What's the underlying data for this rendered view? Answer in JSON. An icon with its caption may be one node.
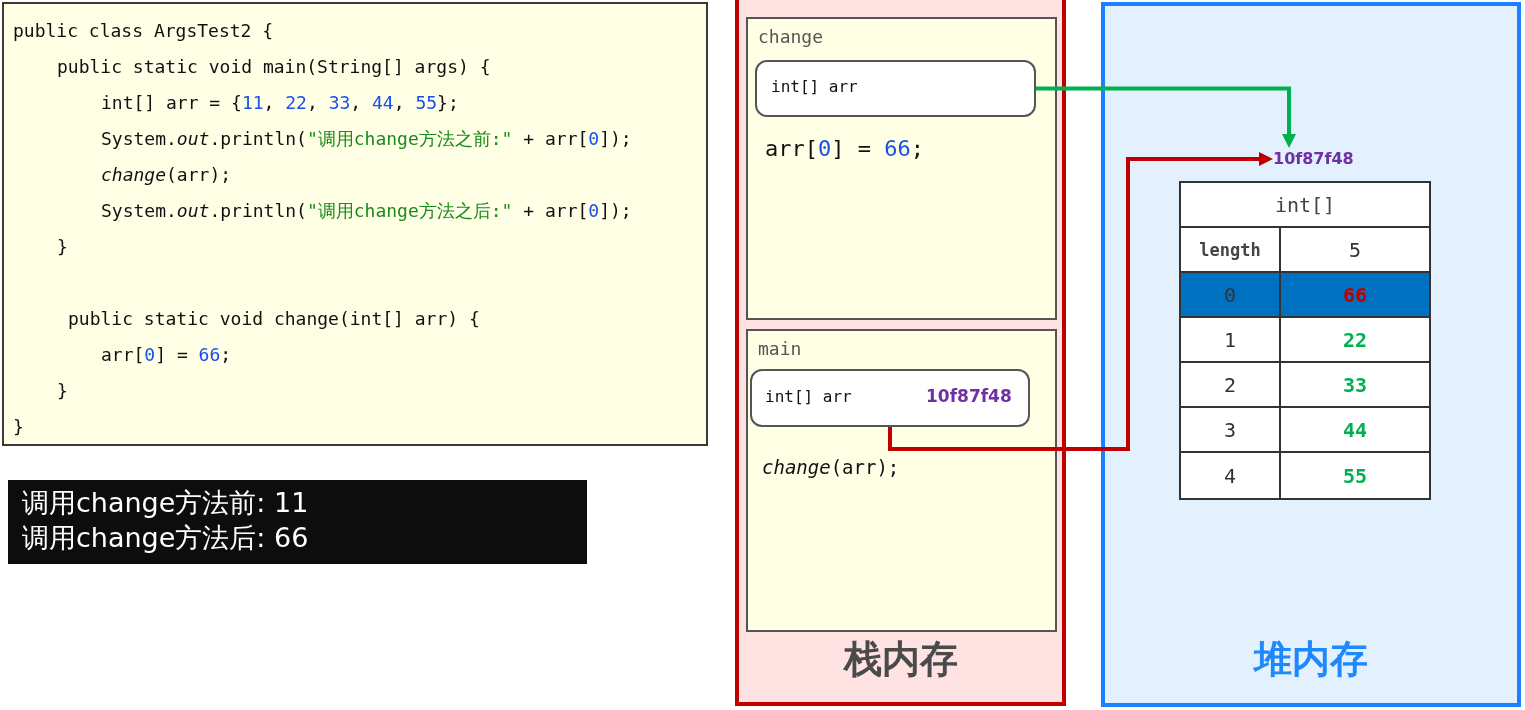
{
  "diagram": {
    "nodes": [
      {
        "text": [
          "public class ArgsTest2 {",
          "public static void main(String[] args) {",
          "int[] arr = {11, 22, 33, 44, 55};",
          "System.*out*.println(\"调用change方法之前:\" + arr[0]);",
          "*change*(arr);",
          "System.*out*.println(\"调用change方法之后:\" + arr[0]);",
          "}",
          "public static void change(int[] arr) {",
          "arr[0] = 66;",
          "}",
          "}"
        ]
      },
      {
        "text": [
          "调用change方法前: 11",
          "调用change方法后: 66"
        ]
      },
      {
        "text": [
          "栈内存"
        ]
      },
      {
        "text": [
          "堆内存"
        ]
      },
      {
        "text": [
          "change",
          "arr[0] = 66;"
        ],
        "in": 2
      },
      {
        "text": [
          "int[] arr"
        ],
        "in": 4
      },
      {
        "text": [
          "main",
          "*change*(arr);"
        ],
        "in": 2
      },
      {
        "text": [
          "int[] arr",
          "10f87f48"
        ],
        "in": 6
      },
      {
        "text": [
          "10f87f48"
        ],
        "in": 3
      },
      {
        "text": [
          "int[]",
          "length",
          "5",
          "0",
          "66",
          "1",
          "22",
          "2",
          "33",
          "3",
          "44",
          "4",
          "55"
        ],
        "in": 3
      }
    ],
    "edges": [
      {
        "from": 5,
        "to": 8,
        "arrow": "to",
        "color": "#00b050"
      },
      {
        "from": 7,
        "to": 8,
        "arrow": "to",
        "color": "#c00000"
      }
    ]
  }
}
